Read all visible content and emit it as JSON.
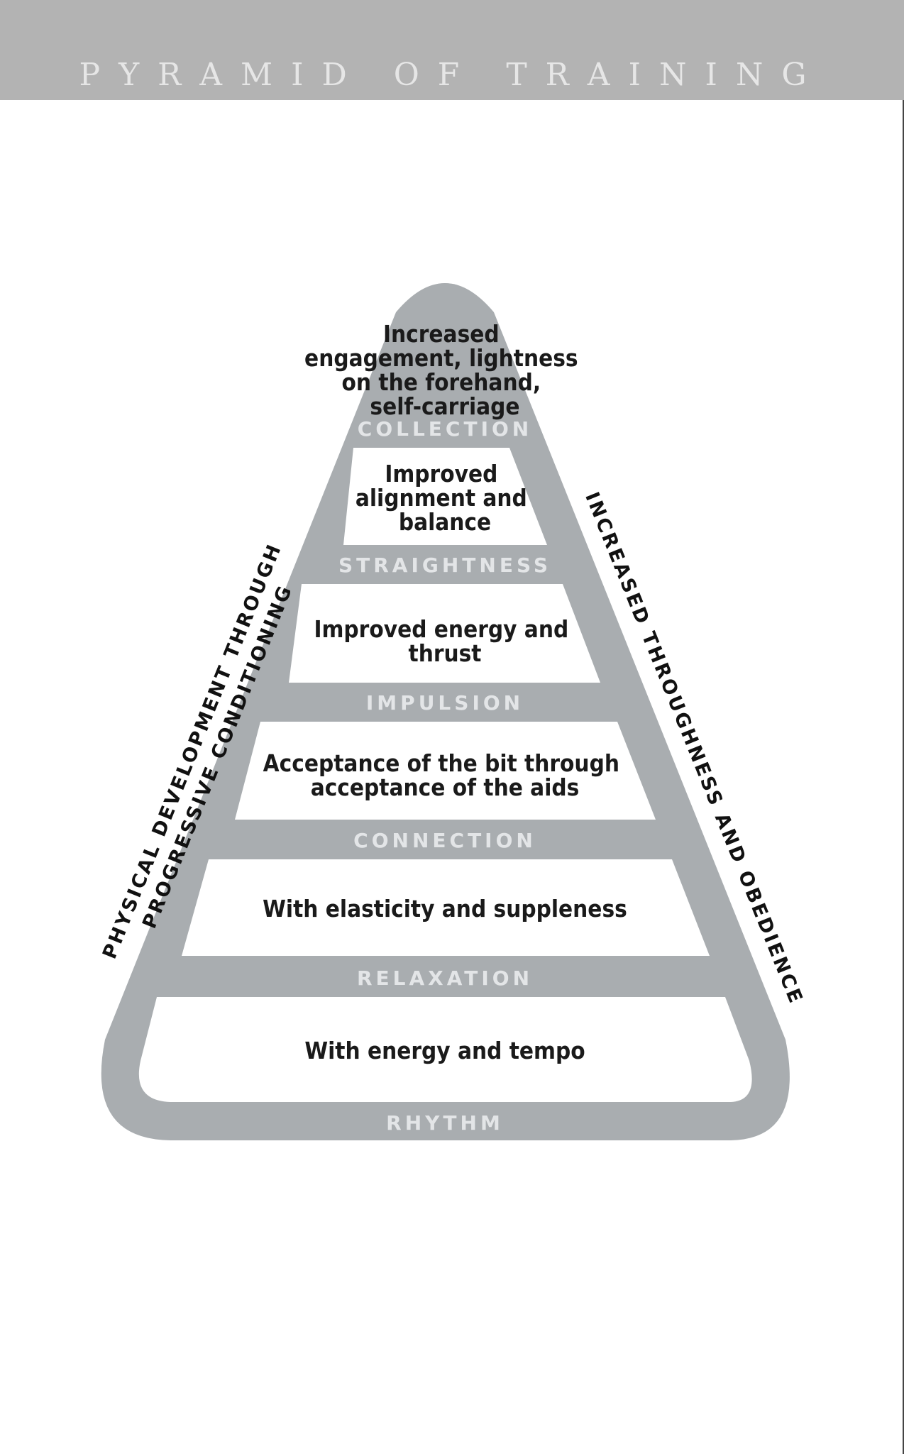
{
  "title": "Pyramid of Training",
  "colors": {
    "header": "#b3b3b3",
    "pyramid": "#a9adb0",
    "tier_name": "#e3e5e7",
    "text": "#1a1a1a"
  },
  "tiers": [
    {
      "name": "Collection",
      "description": [
        "Increased",
        "engagement, lightness",
        "on the forehand,",
        "self-carriage"
      ]
    },
    {
      "name": "Straightness",
      "description": [
        "Improved",
        "alignment and",
        "balance"
      ]
    },
    {
      "name": "Impulsion",
      "description": [
        "Improved energy and",
        "thrust"
      ]
    },
    {
      "name": "Connection",
      "description": [
        "Acceptance of the bit through",
        "acceptance of the aids"
      ]
    },
    {
      "name": "Relaxation",
      "description": [
        "With elasticity and suppleness"
      ]
    },
    {
      "name": "Rhythm",
      "description": [
        "With energy and tempo"
      ]
    }
  ],
  "side_labels": {
    "left": [
      "Physical development through",
      "progressive conditioning"
    ],
    "right": "Increased throughness and obedience"
  }
}
